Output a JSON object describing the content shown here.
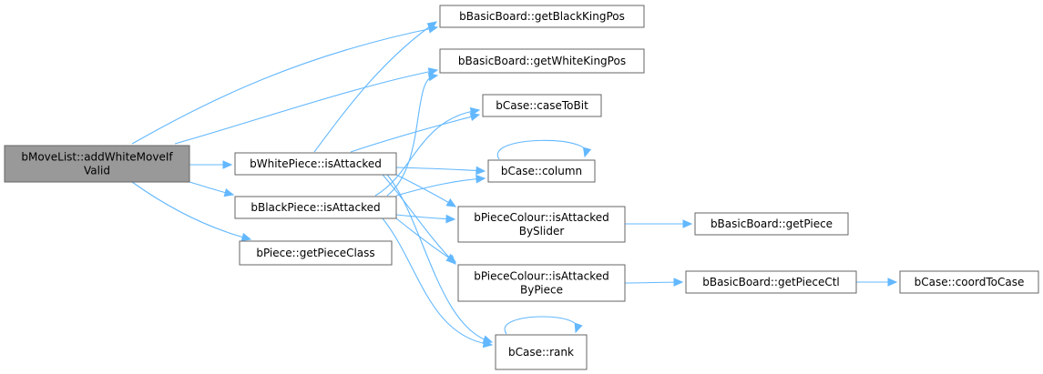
{
  "graph": {
    "root": "addWhiteMoveIfValid",
    "colors": {
      "edge": "#63b8ff",
      "node_border": "#666666",
      "node_fill": "#ffffff",
      "root_fill": "#999999"
    },
    "nodes": [
      {
        "id": "addWhiteMoveIfValid",
        "lines": [
          "bMoveList::addWhiteMoveIf",
          "Valid"
        ],
        "root": true
      },
      {
        "id": "whiteIsAttacked",
        "lines": [
          "bWhitePiece::isAttacked"
        ]
      },
      {
        "id": "blackIsAttacked",
        "lines": [
          "bBlackPiece::isAttacked"
        ]
      },
      {
        "id": "getPieceClass",
        "lines": [
          "bPiece::getPieceClass"
        ]
      },
      {
        "id": "getBlackKingPos",
        "lines": [
          "bBasicBoard::getBlackKingPos"
        ]
      },
      {
        "id": "getWhiteKingPos",
        "lines": [
          "bBasicBoard::getWhiteKingPos"
        ]
      },
      {
        "id": "caseToBit",
        "lines": [
          "bCase::caseToBit"
        ]
      },
      {
        "id": "column",
        "lines": [
          "bCase::column"
        ]
      },
      {
        "id": "isAttackedBySlider",
        "lines": [
          "bPieceColour::isAttacked",
          "BySlider"
        ]
      },
      {
        "id": "isAttackedByPiece",
        "lines": [
          "bPieceColour::isAttacked",
          "ByPiece"
        ]
      },
      {
        "id": "rank",
        "lines": [
          "bCase::rank"
        ]
      },
      {
        "id": "getPiece",
        "lines": [
          "bBasicBoard::getPiece"
        ]
      },
      {
        "id": "getPieceCtl",
        "lines": [
          "bBasicBoard::getPieceCtl"
        ]
      },
      {
        "id": "coordToCase",
        "lines": [
          "bCase::coordToCase"
        ]
      }
    ],
    "edges": [
      {
        "from": "addWhiteMoveIfValid",
        "to": "getBlackKingPos"
      },
      {
        "from": "addWhiteMoveIfValid",
        "to": "getWhiteKingPos"
      },
      {
        "from": "addWhiteMoveIfValid",
        "to": "whiteIsAttacked"
      },
      {
        "from": "addWhiteMoveIfValid",
        "to": "blackIsAttacked"
      },
      {
        "from": "addWhiteMoveIfValid",
        "to": "getPieceClass"
      },
      {
        "from": "whiteIsAttacked",
        "to": "getBlackKingPos"
      },
      {
        "from": "whiteIsAttacked",
        "to": "caseToBit"
      },
      {
        "from": "whiteIsAttacked",
        "to": "column"
      },
      {
        "from": "whiteIsAttacked",
        "to": "isAttackedBySlider"
      },
      {
        "from": "whiteIsAttacked",
        "to": "isAttackedByPiece"
      },
      {
        "from": "whiteIsAttacked",
        "to": "rank"
      },
      {
        "from": "blackIsAttacked",
        "to": "getWhiteKingPos"
      },
      {
        "from": "blackIsAttacked",
        "to": "caseToBit"
      },
      {
        "from": "blackIsAttacked",
        "to": "column"
      },
      {
        "from": "blackIsAttacked",
        "to": "isAttackedBySlider"
      },
      {
        "from": "blackIsAttacked",
        "to": "isAttackedByPiece"
      },
      {
        "from": "blackIsAttacked",
        "to": "rank"
      },
      {
        "from": "column",
        "to": "column"
      },
      {
        "from": "rank",
        "to": "rank"
      },
      {
        "from": "isAttackedBySlider",
        "to": "getPiece"
      },
      {
        "from": "isAttackedByPiece",
        "to": "getPieceCtl"
      },
      {
        "from": "getPieceCtl",
        "to": "coordToCase"
      }
    ]
  }
}
